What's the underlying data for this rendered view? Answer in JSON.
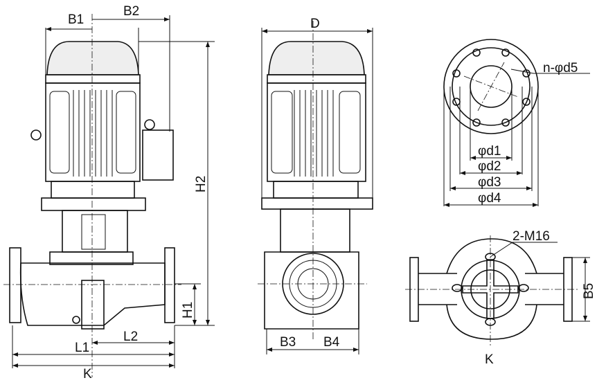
{
  "front_view": {
    "b1": "B1",
    "b2": "B2",
    "h2": "H2",
    "h1": "H1",
    "l1": "L1",
    "l2": "L2",
    "k": "K"
  },
  "side_view": {
    "d": "D",
    "b3": "B3",
    "b4": "B4"
  },
  "flange_view": {
    "d5": "n-φd5",
    "d1": "φd1",
    "d2": "φd2",
    "d3": "φd3",
    "d4": "φd4"
  },
  "top_view": {
    "m16": "2-M16",
    "b5": "B5",
    "k": "K"
  }
}
